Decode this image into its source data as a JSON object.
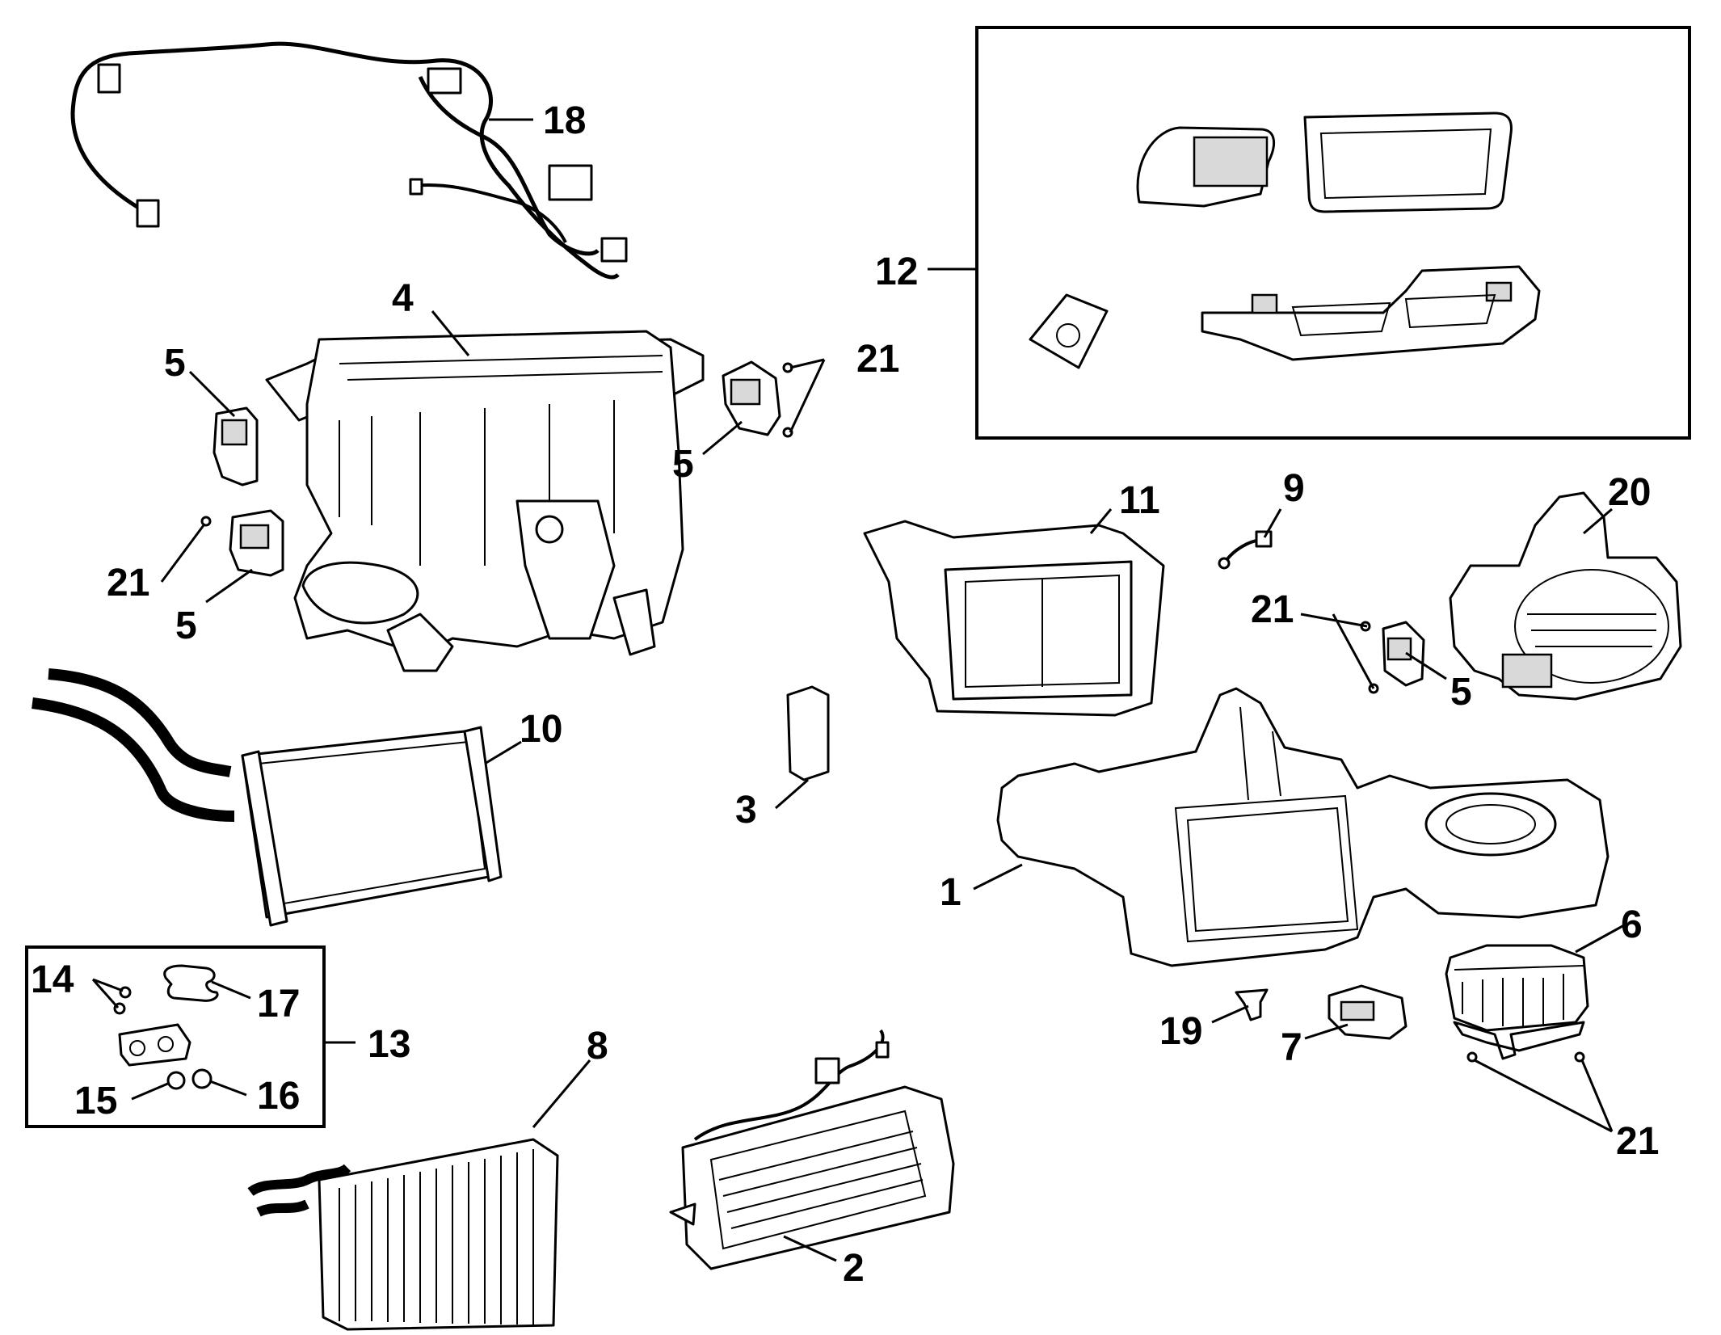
{
  "diagram": {
    "kit_boxes": [
      {
        "id": "kit-12"
      },
      {
        "id": "kit-13"
      }
    ],
    "callouts": [
      {
        "id": "c18",
        "label": "18"
      },
      {
        "id": "c4",
        "label": "4"
      },
      {
        "id": "c5a",
        "label": "5"
      },
      {
        "id": "c21a",
        "label": "21"
      },
      {
        "id": "c5b",
        "label": "5"
      },
      {
        "id": "c21b",
        "label": "21"
      },
      {
        "id": "c5c",
        "label": "5"
      },
      {
        "id": "c12",
        "label": "12"
      },
      {
        "id": "c11",
        "label": "11"
      },
      {
        "id": "c9",
        "label": "9"
      },
      {
        "id": "c20",
        "label": "20"
      },
      {
        "id": "c21c",
        "label": "21"
      },
      {
        "id": "c5d",
        "label": "5"
      },
      {
        "id": "c10",
        "label": "10"
      },
      {
        "id": "c3",
        "label": "3"
      },
      {
        "id": "c1",
        "label": "1"
      },
      {
        "id": "c6",
        "label": "6"
      },
      {
        "id": "c14",
        "label": "14"
      },
      {
        "id": "c17",
        "label": "17"
      },
      {
        "id": "c13",
        "label": "13"
      },
      {
        "id": "c15",
        "label": "15"
      },
      {
        "id": "c16",
        "label": "16"
      },
      {
        "id": "c8",
        "label": "8"
      },
      {
        "id": "c19",
        "label": "19"
      },
      {
        "id": "c7",
        "label": "7"
      },
      {
        "id": "c21d",
        "label": "21"
      },
      {
        "id": "c2",
        "label": "2"
      }
    ]
  }
}
